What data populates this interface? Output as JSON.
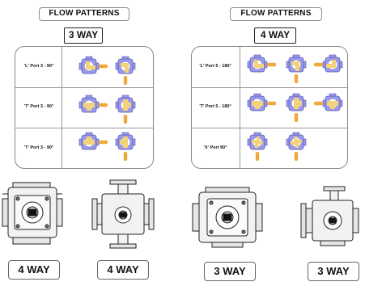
{
  "left_panel": {
    "header": "FLOW PATTERNS",
    "subheader": "3 WAY",
    "rows": [
      {
        "label": "'L' Port 3 - 90°",
        "diagrams": [
          "L-right",
          "L-down"
        ]
      },
      {
        "label": "'T' Port 3 - 90°",
        "diagrams": [
          "T-right",
          "T-down"
        ]
      },
      {
        "label": "'T' Port 3 - 90°",
        "diagrams": [
          "T-straight",
          "T-split"
        ]
      }
    ]
  },
  "right_panel": {
    "header": "FLOW PATTERNS",
    "subheader": "4 WAY",
    "rows": [
      {
        "label": "'L' Port 5 - 180°",
        "diagrams": [
          "L4-a",
          "L4-b",
          "L4-c"
        ]
      },
      {
        "label": "'T' Port 5 - 180°",
        "diagrams": [
          "T4-a",
          "T4-b",
          "T4-c"
        ]
      },
      {
        "label": "'X' Port 90°",
        "diagrams": [
          "X4-a",
          "X4-b"
        ]
      }
    ]
  },
  "valves": [
    {
      "label": "4 WAY"
    },
    {
      "label": "4 WAY"
    },
    {
      "label": "3 WAY"
    },
    {
      "label": "3 WAY"
    }
  ],
  "colors": {
    "port": "#9a9ae8",
    "port_dark": "#5656b8",
    "channel": "#f3d27a",
    "pipe": "#f0a83a",
    "line": "#222222"
  }
}
